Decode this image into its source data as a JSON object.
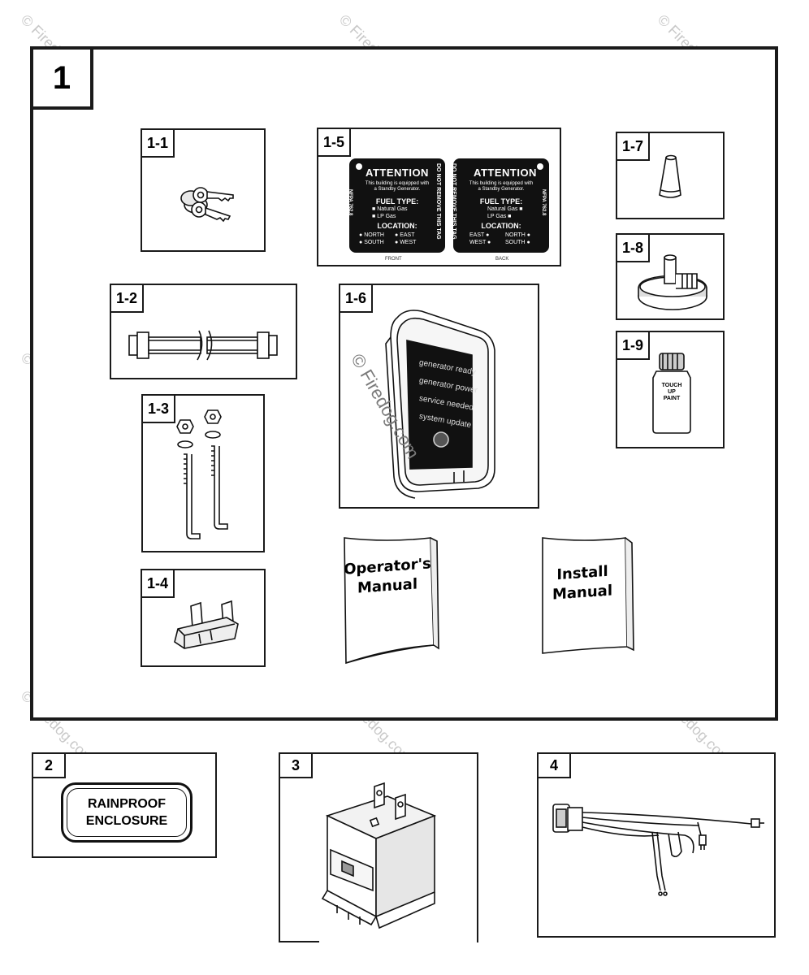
{
  "watermark": "© Firedog.com",
  "main_panel": {
    "label": "1"
  },
  "items": {
    "keys": {
      "label": "1-1"
    },
    "hose": {
      "label": "1-2"
    },
    "bolts": {
      "label": "1-3"
    },
    "fuse": {
      "label": "1-4"
    },
    "tag": {
      "label": "1-5",
      "front": {
        "title": "ATTENTION",
        "notice": "This building is equipped with a Standby Generator.",
        "fuel_heading": "FUEL TYPE:",
        "fuel_options": [
          "Natural Gas",
          "LP Gas"
        ],
        "location_heading": "LOCATION:",
        "locations": [
          "NORTH",
          "EAST",
          "SOUTH",
          "WEST"
        ],
        "side_code": "NFPA 762.8",
        "side_warning": "DO NOT REMOVE THIS TAG",
        "caption": "FRONT"
      },
      "back": {
        "title": "ATTENTION",
        "notice": "This building is equipped with a Standby Generator.",
        "fuel_heading": "FUEL TYPE:",
        "fuel_options": [
          "Natural Gas",
          "LP Gas"
        ],
        "location_heading": "LOCATION:",
        "locations": [
          "EAST",
          "NORTH",
          "WEST",
          "SOUTH"
        ],
        "side_code": "NFPA 762.8",
        "side_warning": "DO NOT REMOVE THIS TAG",
        "caption": "BACK"
      }
    },
    "remote": {
      "label": "1-6",
      "screen_lines": [
        "generator ready",
        "generator power",
        "service needed",
        "system update"
      ]
    },
    "cap": {
      "label": "1-7"
    },
    "valve": {
      "label": "1-8"
    },
    "paint": {
      "label": "1-9",
      "bottle_text": [
        "TOUCH",
        "UP",
        "PAINT"
      ]
    }
  },
  "manuals": {
    "operators": [
      "Operator's",
      "Manual"
    ],
    "install": [
      "Install",
      "Manual"
    ]
  },
  "panels": {
    "enclosure": {
      "label": "2",
      "text": [
        "RAINPROOF",
        "ENCLOSURE"
      ]
    },
    "relay": {
      "label": "3"
    },
    "harness": {
      "label": "4"
    }
  }
}
